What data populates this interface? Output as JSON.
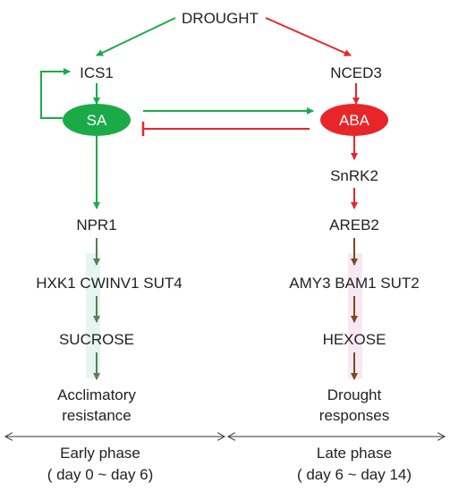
{
  "colors": {
    "green": "#1aab48",
    "red": "#e8262a",
    "olive": "#5e7d4f",
    "brown": "#7a4a1e",
    "text": "#222222",
    "phase_axis": "#333333"
  },
  "nodes": {
    "drought": "DROUGHT",
    "ics1": "ICS1",
    "nced3": "NCED3",
    "sa": "SA",
    "aba": "ABA",
    "snrk2": "SnRK2",
    "npr1": "NPR1",
    "areb2": "AREB2",
    "early_genes": "HXK1 CWINV1 SUT4",
    "late_genes": "AMY3 BAM1 SUT2",
    "sucrose": "SUCROSE",
    "hexose": "HEXOSE",
    "acclimatory_line1": "Acclimatory",
    "acclimatory_line2": "resistance",
    "drought_resp_line1": "Drought",
    "drought_resp_line2": "responses"
  },
  "phases": {
    "early_line1": "Early phase",
    "early_line2": "( day 0 ~ day 6)",
    "late_line1": "Late phase",
    "late_line2": "( day 6 ~ day 14)"
  }
}
